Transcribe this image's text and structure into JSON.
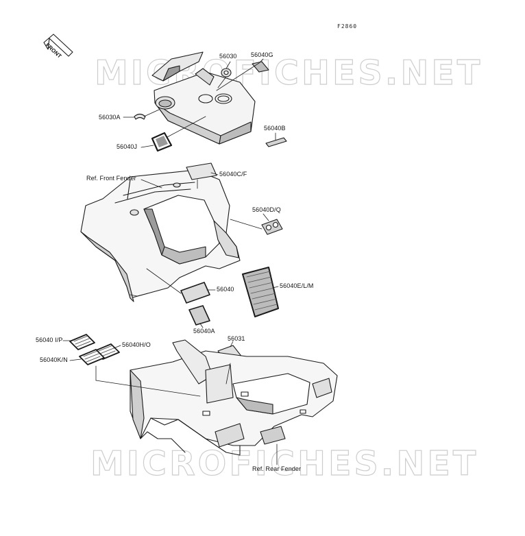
{
  "figure_code": "F2860",
  "watermark": "MICROFICHES.NET",
  "front_arrow": "FRONT",
  "labels": {
    "p56030": "56030",
    "p56040G": "56040G",
    "p56030A": "56030A",
    "p56040B": "56040B",
    "p56040J": "56040J",
    "ref_front_fender": "Ref. Front Fender",
    "p56040CF": "56040C/F",
    "p56040DQ": "56040D/Q",
    "p56040": "56040",
    "p56040ELM": "56040E/L/M",
    "p56040A": "56040A",
    "p56040IP": "56040 I/P",
    "p56040HO": "56040H/O",
    "p56031": "56031",
    "p56040KN": "56040K/N",
    "ref_rear_fender": "Ref. Rear Fender"
  },
  "colors": {
    "ink": "#1a1a1a",
    "fill_light": "#f4f4f4",
    "fill_mid": "#d9d9d9",
    "fill_dark": "#8a8a8a",
    "watermark_stroke": "#c8c8c8"
  }
}
